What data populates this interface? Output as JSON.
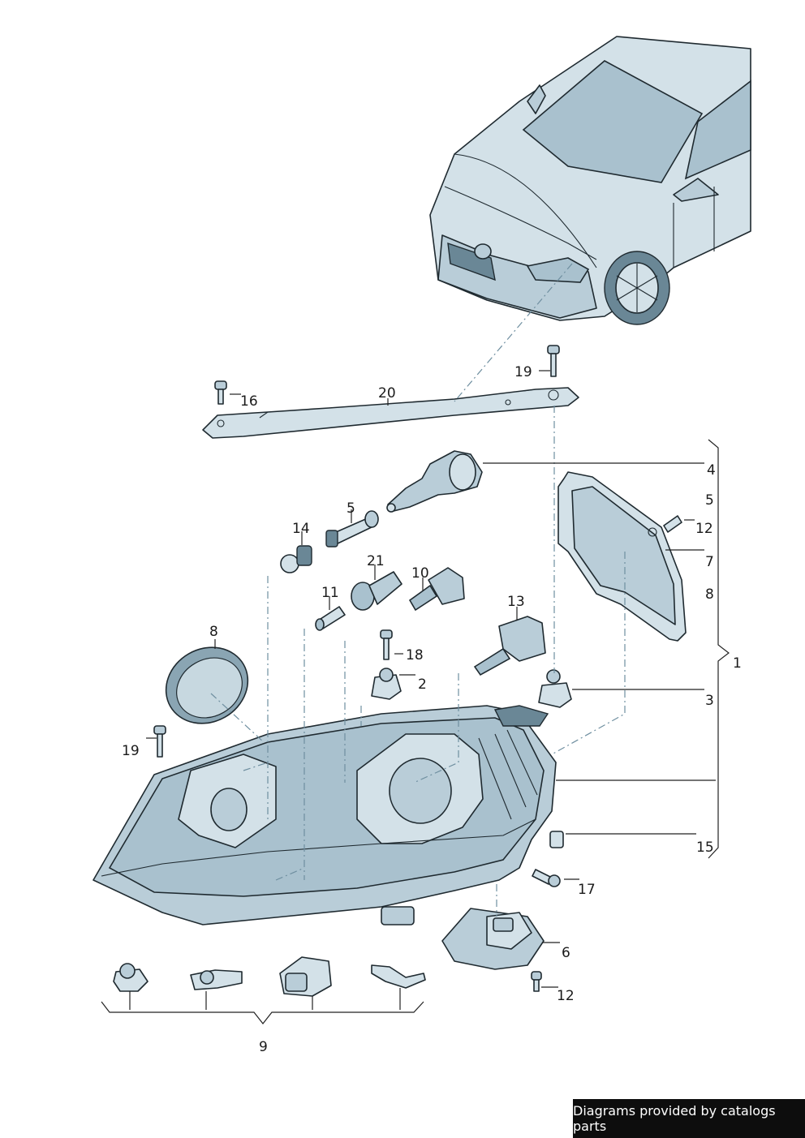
{
  "callouts": {
    "c1": "1",
    "c2": "2",
    "c3": "3",
    "c4": "4",
    "c5a": "5",
    "c5b": "5",
    "c6": "6",
    "c7": "7",
    "c8a": "8",
    "c8b": "8",
    "c9": "9",
    "c10": "10",
    "c11": "11",
    "c12a": "12",
    "c12b": "12",
    "c13": "13",
    "c14": "14",
    "c15": "15",
    "c16": "16",
    "c17": "17",
    "c18": "18",
    "c19a": "19",
    "c19b": "19",
    "c20": "20",
    "c21": "21"
  },
  "footer": {
    "credit": "Diagrams provided by catalogs parts"
  },
  "colors": {
    "part_fill": "#d3e1e8",
    "part_shade": "#b9cdd8",
    "outline": "#1f2a30",
    "dash": "#6f8fa0",
    "footer_bg": "#0d0d0d"
  }
}
